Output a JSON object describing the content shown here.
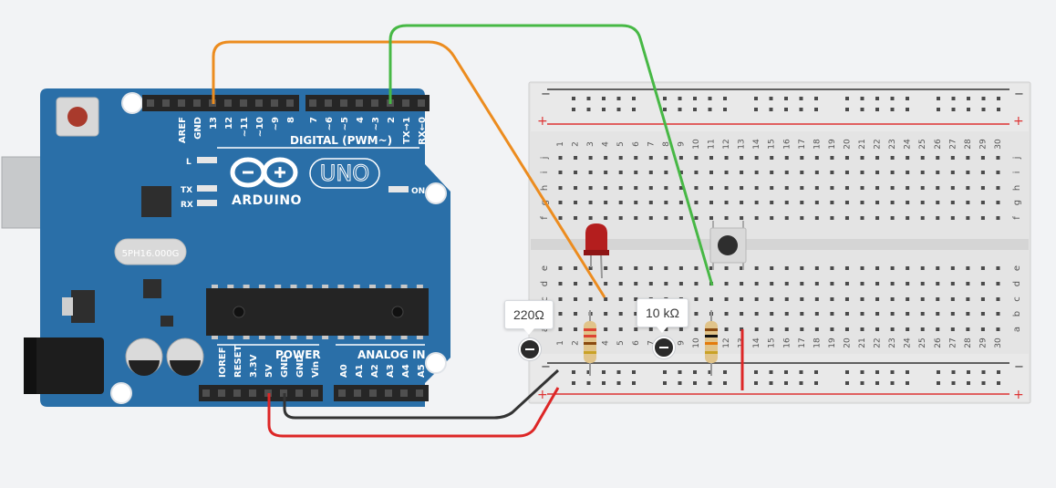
{
  "board": {
    "logo": "ARDUINO",
    "model": "UNO",
    "digital_header_label": "DIGITAL (PWM~)",
    "power_label": "POWER",
    "analog_label": "ANALOG IN",
    "on_label": "ON",
    "led_l": "L",
    "led_tx": "TX",
    "led_rx": "RX",
    "crystal": "5PH16.000G",
    "digital_pins_left": [
      "AREF",
      "GND",
      "13",
      "12",
      "~11",
      "~10",
      "~9",
      "8"
    ],
    "digital_pins_right": [
      "7",
      "~6",
      "~5",
      "4",
      "~3",
      "2",
      "TX→1",
      "RX←0"
    ],
    "power_pins": [
      "IOREF",
      "RESET",
      "3.3V",
      "5V",
      "GND",
      "GND",
      "Vin"
    ],
    "analog_pins": [
      "A0",
      "A1",
      "A2",
      "A3",
      "A4",
      "A5"
    ]
  },
  "breadboard": {
    "columns": [
      "1",
      "2",
      "3",
      "4",
      "5",
      "6",
      "7",
      "8",
      "9",
      "10",
      "11",
      "12",
      "13",
      "14",
      "15",
      "16",
      "17",
      "18",
      "19",
      "20",
      "21",
      "22",
      "23",
      "24",
      "25",
      "26",
      "27",
      "28",
      "29",
      "30"
    ],
    "rows_top": [
      "j",
      "i",
      "h",
      "g",
      "f"
    ],
    "rows_bottom": [
      "e",
      "d",
      "c",
      "b",
      "a"
    ],
    "rail_minus": "−",
    "rail_plus": "+"
  },
  "components": {
    "resistor1_label": "220Ω",
    "resistor2_label": "10 kΩ"
  },
  "colors": {
    "board": "#2a6fa8",
    "wire_orange": "#ec8c1f",
    "wire_green": "#47b845",
    "wire_red": "#dd2626",
    "wire_black": "#333333",
    "led_red": "#b41e1e"
  }
}
